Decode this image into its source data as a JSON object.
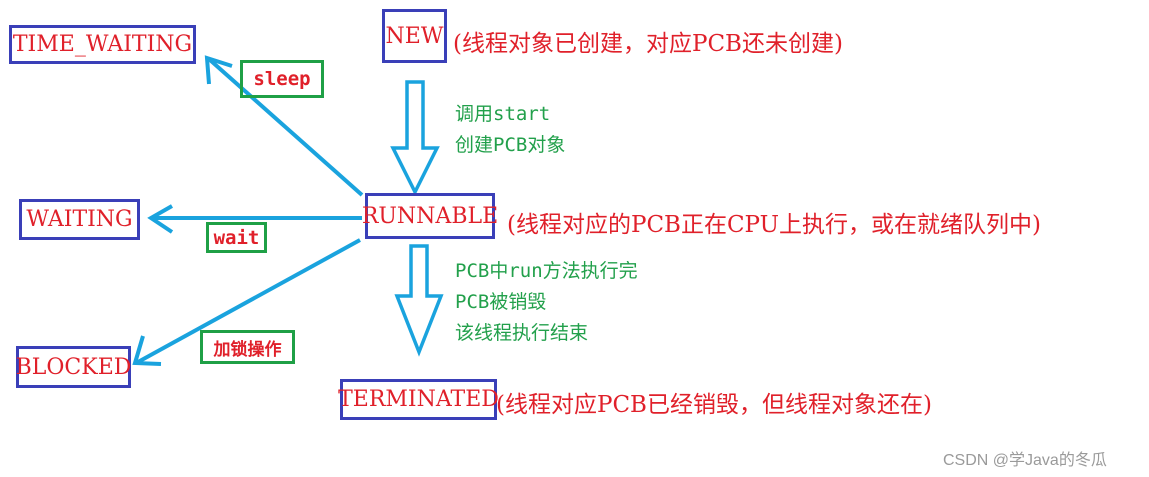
{
  "states": {
    "new": "NEW",
    "runnable": "RUNNABLE",
    "terminated": "TERMINATED",
    "time_waiting": "TIME_WAITING",
    "waiting": "WAITING",
    "blocked": "BLOCKED"
  },
  "notes": {
    "new": "(线程对象已创建，对应PCB还未创建)",
    "runnable": "(线程对应的PCB正在CPU上执行，或在就绪队列中)",
    "terminated": "(线程对应PCB已经销毁，但线程对象还在)"
  },
  "transitions": {
    "sleep": "sleep",
    "wait": "wait",
    "lock": "加锁操作",
    "start": [
      "调用start",
      "创建PCB对象"
    ],
    "finish": [
      "PCB中run方法执行完",
      "PCB被销毁",
      "该线程执行结束"
    ]
  },
  "watermark": "CSDN @学Java的冬瓜",
  "colors": {
    "state_border": "#3a3fb8",
    "label_border": "#1fa046",
    "text_red": "#e0202a",
    "text_green": "#22a04b",
    "arrow": "#1aa3de"
  }
}
